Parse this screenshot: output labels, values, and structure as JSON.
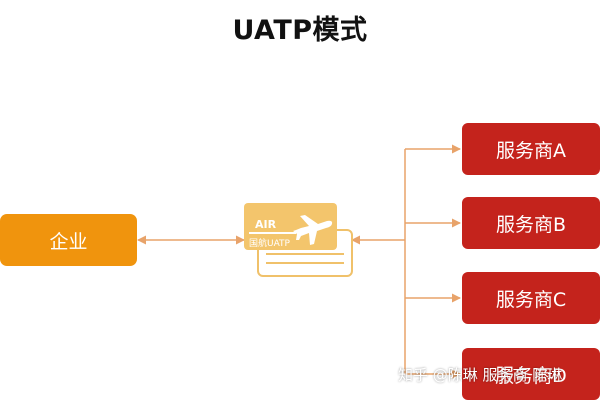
{
  "title": "UATP模式",
  "enterprise": {
    "label": "企业"
  },
  "hub": {
    "label_top": "AIR",
    "label_bottom": "国航UATP"
  },
  "providers": [
    {
      "label": "服务商A"
    },
    {
      "label": "服务商B"
    },
    {
      "label": "服务商C"
    },
    {
      "label": "服务商D"
    }
  ],
  "watermark": "知乎 @陈琳 服务商 陈琳",
  "colors": {
    "enterprise": "#f0940d",
    "provider": "#c4231c",
    "connector": "#e8a36a",
    "hub": "#f3c56c"
  }
}
